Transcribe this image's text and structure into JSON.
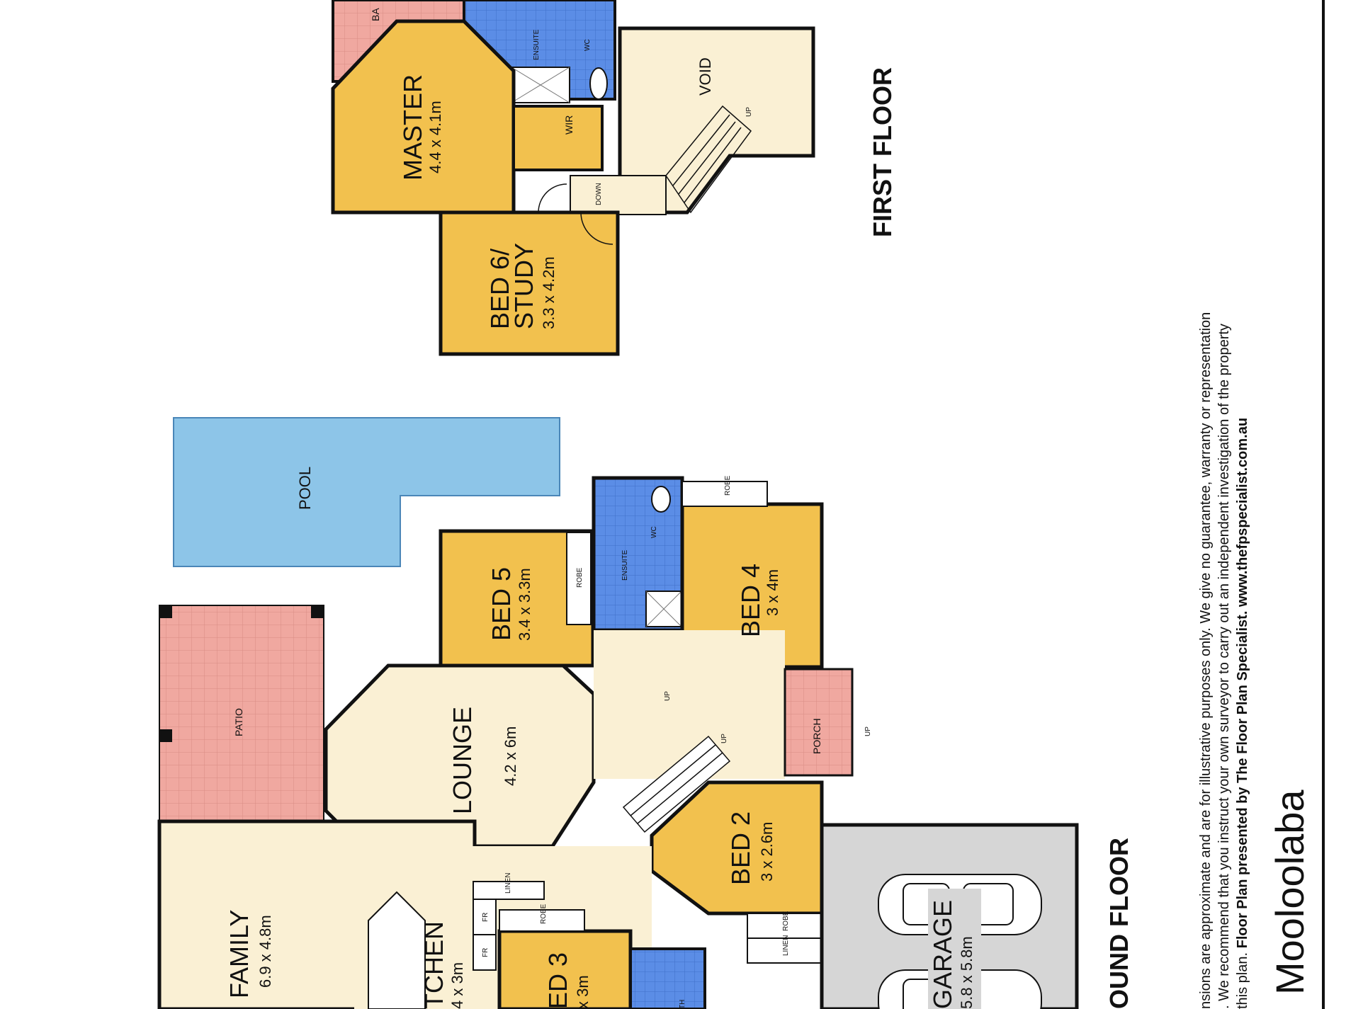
{
  "floors": {
    "first": "FIRST FLOOR",
    "ground": "OUND FLOOR"
  },
  "rooms": {
    "bath_first": "BA",
    "ensuite_first": "ENSUITE",
    "wc_first": "WC",
    "master": "MASTER",
    "master_dim": "4.4 x 4.1m",
    "wir": "WIR",
    "void": "VOID",
    "bed6_line1": "BED 6/",
    "bed6_line2": "STUDY",
    "bed6_dim": "3.3 x 4.2m",
    "pool": "POOL",
    "bed5": "BED 5",
    "bed5_dim": "3.4 x 3.3m",
    "ensuite_ground": "ENSUITE",
    "wc_ground": "WC",
    "bed4": "BED 4",
    "bed4_dim": "3 x 4m",
    "patio": "PATIO",
    "lounge": "LOUNGE",
    "lounge_dim": "4.2 x 6m",
    "porch": "PORCH",
    "bed2": "BED 2",
    "bed2_dim": "3 x 2.6m",
    "family": "FAMILY",
    "family_dim": "6.9 x 4.8m",
    "kitchen": "TCHEN",
    "kitchen_dim": "4 x 3m",
    "bed3": "ED 3",
    "bed3_dim": "x 3m",
    "garage": "GARAGE",
    "garage_dim": "5.8 x 5.8m",
    "bath_ground": "TH"
  },
  "fixtures": {
    "robe": "ROBE",
    "linen": "LINEN",
    "fridge": "FR",
    "up": "UP",
    "down": "DOWN"
  },
  "disclaimer": {
    "line1": "nsions are approximate and are for illustrative purposes only. We give no guarantee, warranty or representation",
    "line2": ". We recommend that you instruct your own surveyor to carry out an independent investigation of the property",
    "line3_prefix": "this plan.",
    "line3_bold": "Floor Plan presented by The Floor Plan Specialist. www.thefpspecialist.com.au"
  },
  "title": "Mooloolaba",
  "colors": {
    "bedroom": "#F2C14E",
    "living": "#FAF0D4",
    "wet_area": "#5B8DE6",
    "outdoor": "#F0A8A0",
    "pool": "#8DC5E8",
    "garage": "#D6D6D6",
    "wall": "#111111"
  }
}
